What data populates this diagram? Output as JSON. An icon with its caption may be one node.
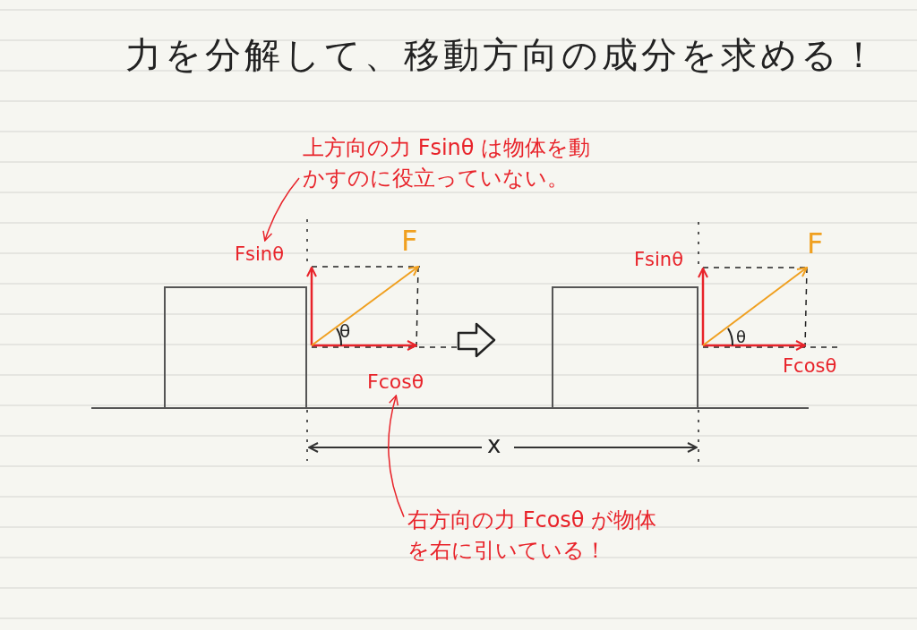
{
  "diagram": {
    "title": "力を分解して、移動方向の成分を求める！",
    "nodes": [
      {
        "text": [
          "上方向の力 Fsinθ は物体を動かすのに役立っていない。"
        ]
      },
      {
        "text": [
          "Fsinθ"
        ]
      },
      {
        "text": [
          "Fcosθ"
        ]
      },
      {
        "text": [
          "右方向の力 Fcosθ が物体を右に引いている！"
        ]
      },
      {
        "text": [],
        "shape": "box"
      },
      {
        "text": [],
        "shape": "box"
      }
    ],
    "edges": [
      {
        "from": 0,
        "to": 1,
        "arrow": "to",
        "color": "#e8232a"
      },
      {
        "from": 3,
        "to": 2,
        "arrow": "to",
        "color": "#e8232a"
      }
    ],
    "labels": [
      "F",
      "F",
      "Fsinθ",
      "θ",
      "θ",
      "Fcosθ",
      "x"
    ]
  }
}
